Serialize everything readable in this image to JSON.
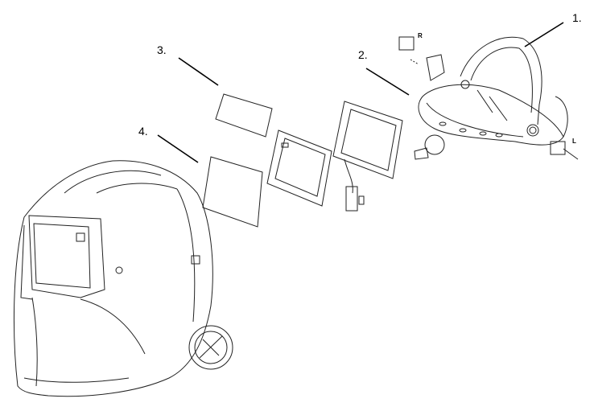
{
  "labels": {
    "one": "1.",
    "two": "2.",
    "three": "3.",
    "four": "4."
  },
  "part_marks": {
    "right": "R",
    "left": "L"
  }
}
